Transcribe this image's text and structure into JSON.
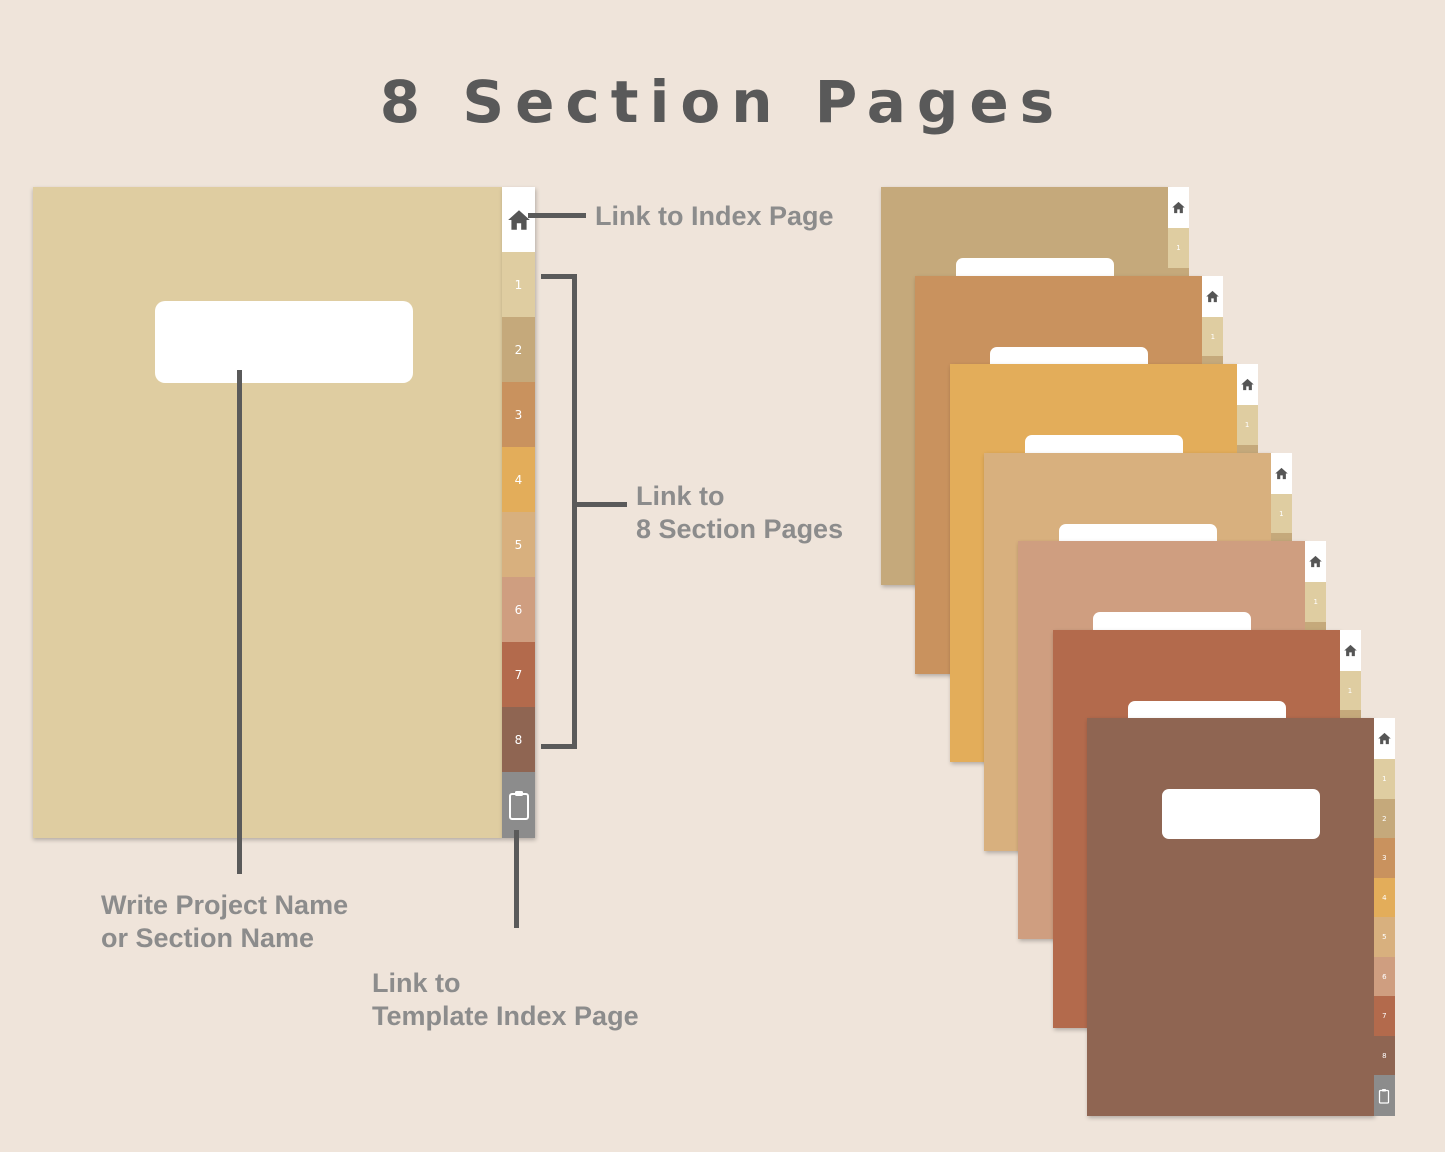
{
  "title": "8 Section Pages",
  "annotations": {
    "index_link": "Link to Index Page",
    "section_links": "Link to\n8 Section Pages",
    "project_name": "Write Project Name\nor Section Name",
    "template_index": "Link to\nTemplate Index Page"
  },
  "tabs": [
    {
      "label": "1",
      "color": "#dfcda1"
    },
    {
      "label": "2",
      "color": "#c5a97b"
    },
    {
      "label": "3",
      "color": "#c9925e"
    },
    {
      "label": "4",
      "color": "#e3ad5a"
    },
    {
      "label": "5",
      "color": "#d8b07e"
    },
    {
      "label": "6",
      "color": "#cf9e80"
    },
    {
      "label": "7",
      "color": "#b36a4c"
    },
    {
      "label": "8",
      "color": "#8f6552"
    }
  ],
  "stack_colors": [
    "#c5a97b",
    "#c9925e",
    "#e3ad5a",
    "#d8b07e",
    "#cf9e80",
    "#b36a4c",
    "#8f6552"
  ],
  "icons": {
    "home": "home-icon",
    "index": "clipboard-icon"
  }
}
